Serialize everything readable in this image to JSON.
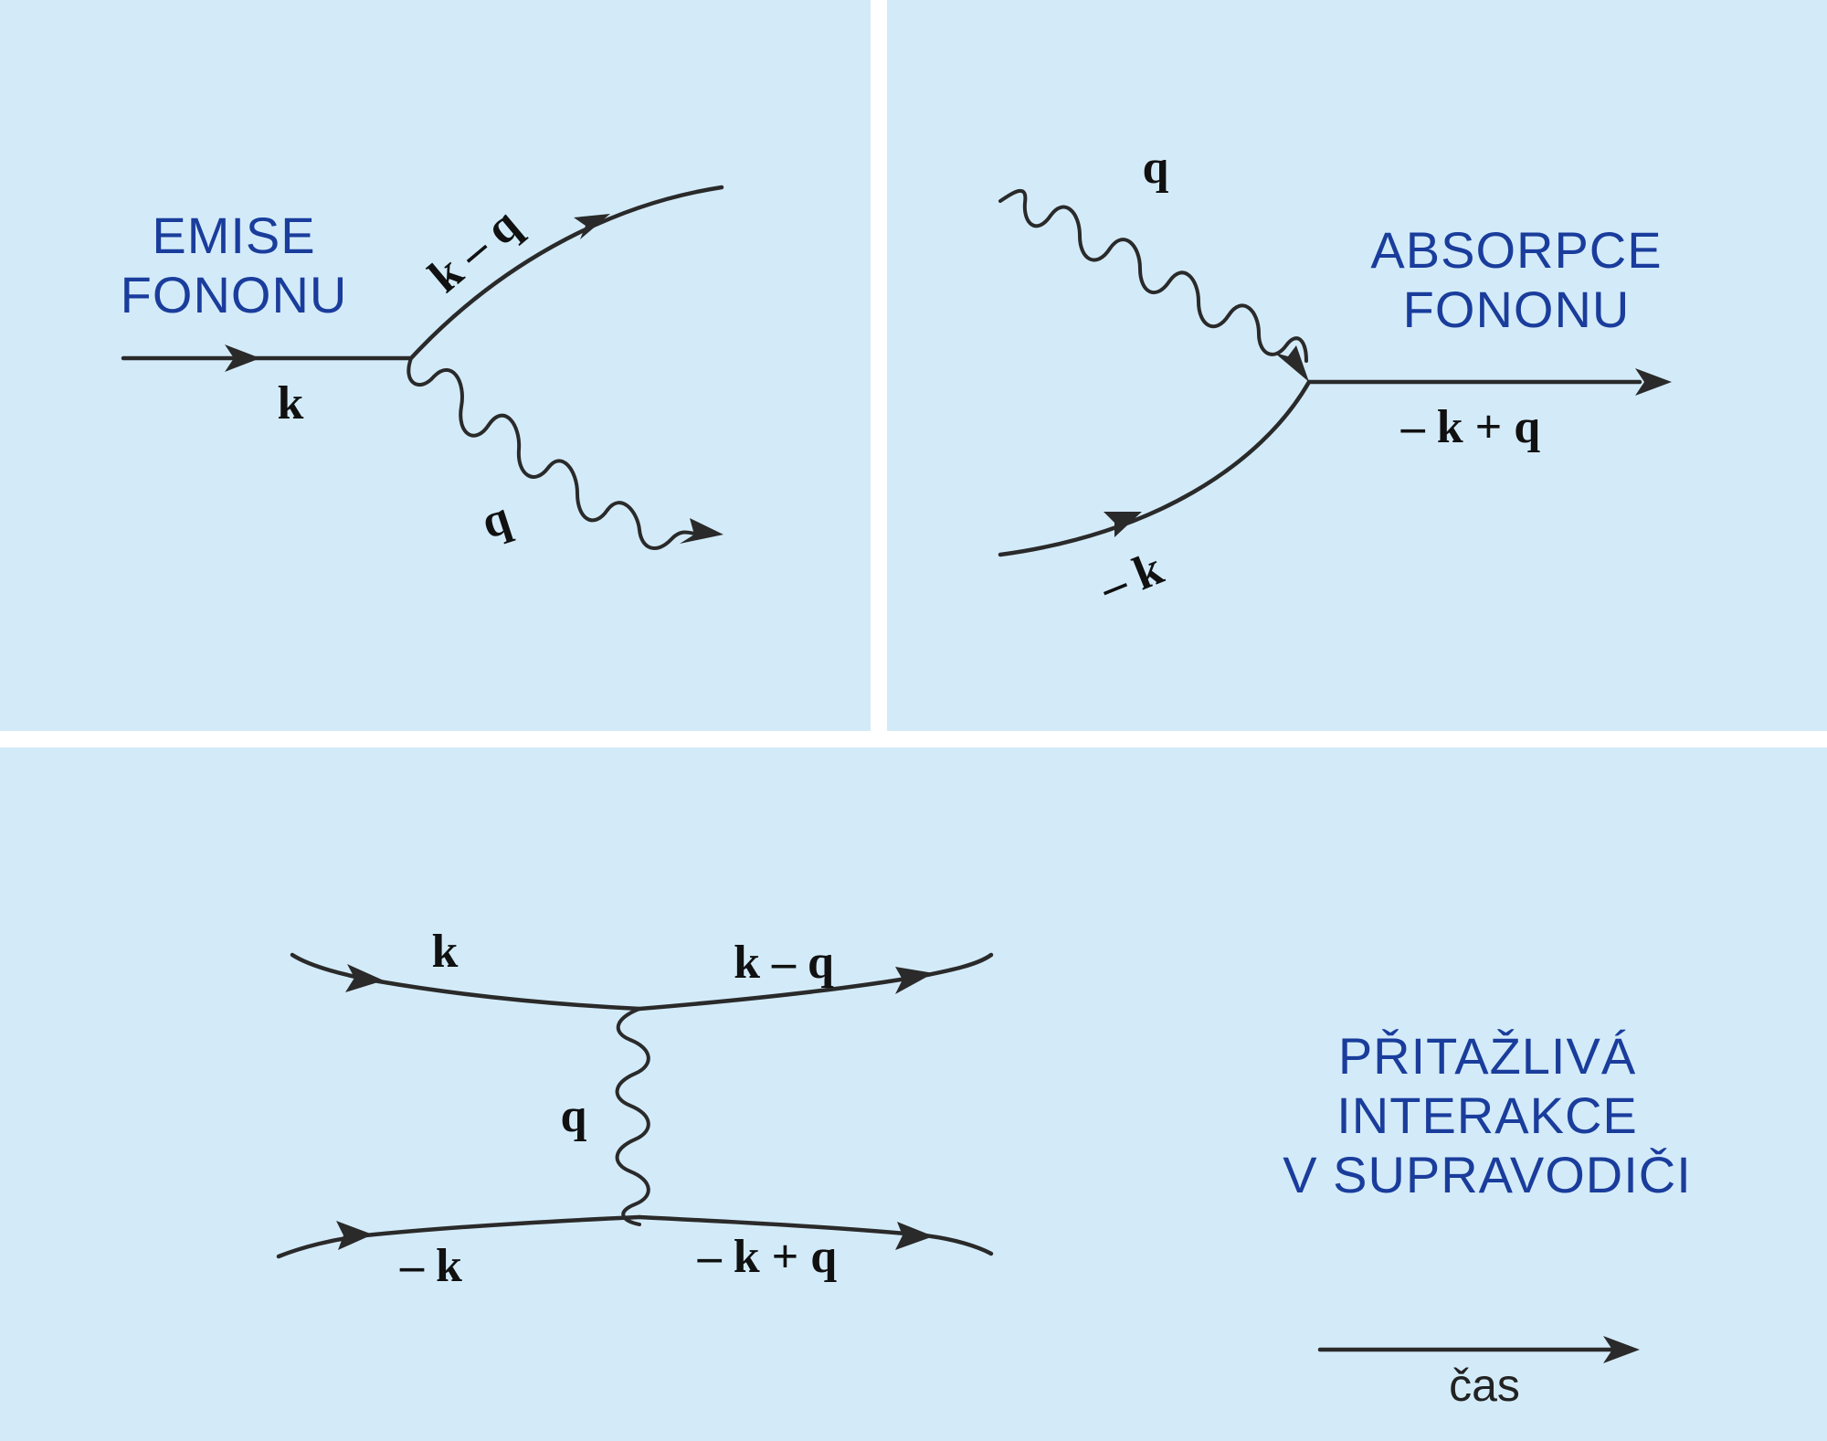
{
  "colors": {
    "background": "#d3ebf9",
    "separator": "#ffffff",
    "line": "#2a2a2a",
    "title": "#1a3d9c",
    "label": "#111111"
  },
  "emise": {
    "title_line1": "EMISE",
    "title_line2": "FONONU",
    "label_in": "k",
    "label_out": "k – q",
    "label_phonon": "q"
  },
  "absorpce": {
    "title_line1": "ABSORPCE",
    "title_line2": "FONONU",
    "label_phonon": "q",
    "label_in": "– k",
    "label_out": "– k + q"
  },
  "interakce": {
    "title_line1": "PŘITAŽLIVÁ",
    "title_line2": "INTERAKCE",
    "title_line3": "V SUPRAVODIČI",
    "label_top_in": "k",
    "label_top_out": "k – q",
    "label_phonon": "q",
    "label_bottom_in": "– k",
    "label_bottom_out": "– k + q"
  },
  "time_axis": {
    "label": "čas"
  }
}
